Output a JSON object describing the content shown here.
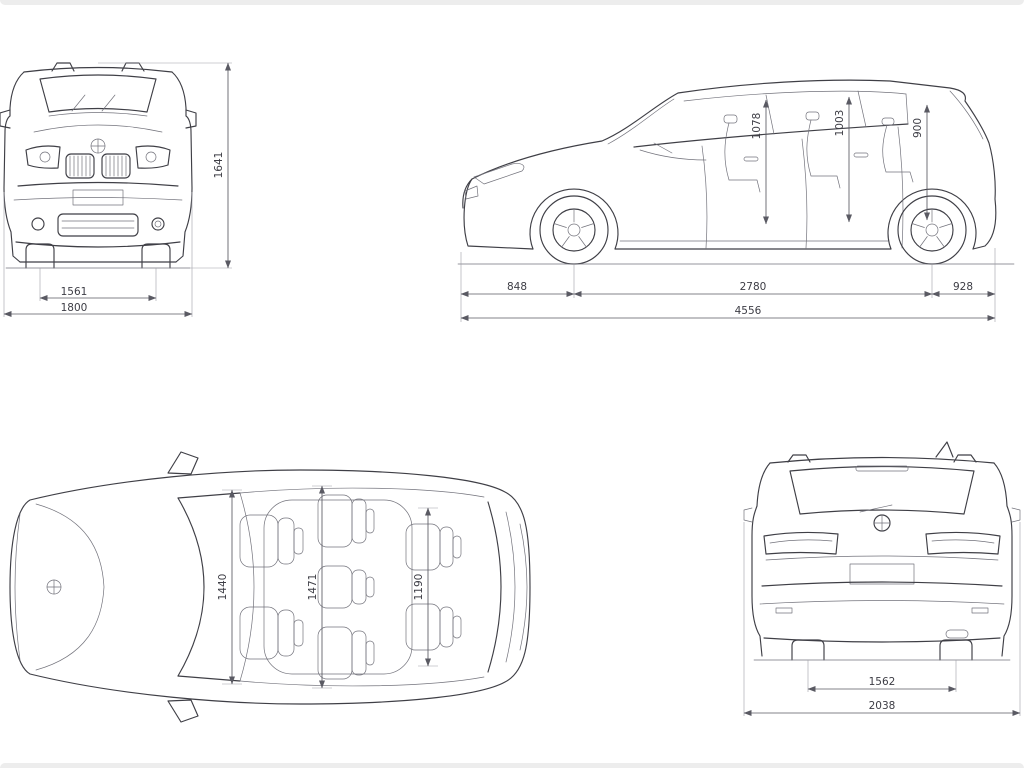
{
  "colors": {
    "line": "#3f3f46",
    "dimension": "#5a5a63",
    "background": "#ffffff"
  },
  "views": {
    "front": {
      "overall_height": "1641",
      "front_track": "1561",
      "body_width": "1800"
    },
    "side": {
      "headroom_front": "1078",
      "headroom_second": "1003",
      "headroom_third": "900",
      "front_overhang": "848",
      "wheelbase": "2780",
      "rear_overhang": "928",
      "overall_length": "4556"
    },
    "top": {
      "width_front_row": "1440",
      "width_second_row": "1471",
      "width_third_row": "1190"
    },
    "rear": {
      "rear_track": "1562",
      "overall_width": "2038"
    }
  }
}
